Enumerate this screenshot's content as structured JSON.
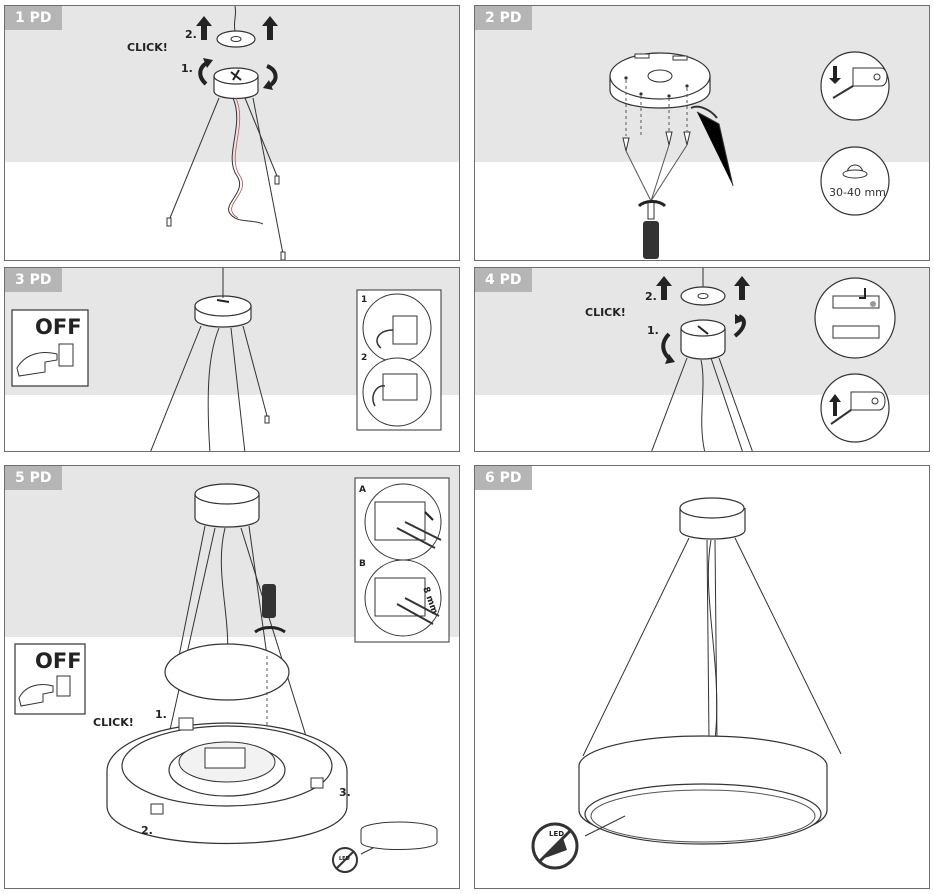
{
  "panels": [
    {
      "tag": "1 PD",
      "click": "CLICK!",
      "step1": "1.",
      "step2": "2."
    },
    {
      "tag": "2 PD",
      "measure": "30-40 mm"
    },
    {
      "tag": "3 PD",
      "off": "OFF",
      "step1": "1",
      "step2": "2"
    },
    {
      "tag": "4 PD",
      "click": "CLICK!",
      "step1": "1.",
      "step2": "2."
    },
    {
      "tag": "5 PD",
      "off": "OFF",
      "click": "CLICK!",
      "step1": "1.",
      "step2": "2.",
      "step3": "3.",
      "inset_a": "A",
      "inset_b": "B",
      "strip": "8 mm",
      "led": "LED"
    },
    {
      "tag": "6 PD",
      "led": "LED"
    }
  ]
}
